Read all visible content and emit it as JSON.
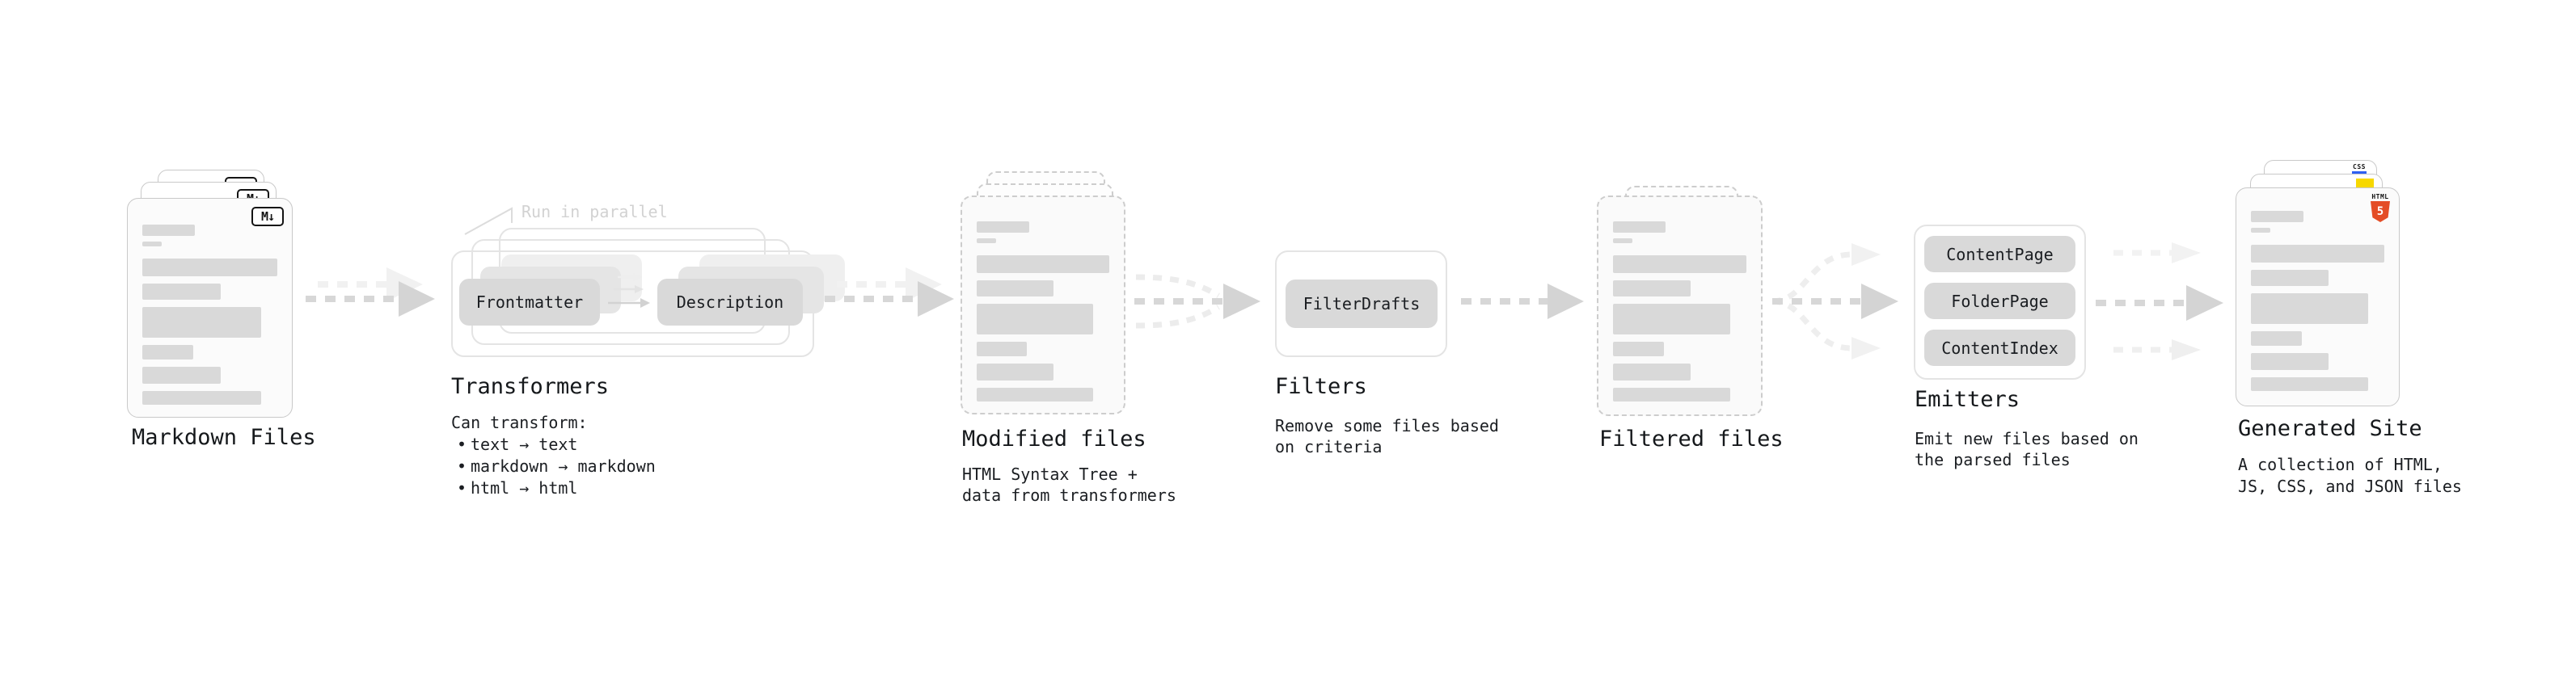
{
  "nodes": {
    "markdown_files": {
      "label": "Markdown Files",
      "icon_text": "M↓"
    },
    "transformers": {
      "label": "Transformers",
      "annotation": "Run in parallel",
      "pill_a": "Frontmatter",
      "pill_b": "Description",
      "desc_title": "Can transform:",
      "bullet_glyph": "•",
      "bullets": [
        "text → text",
        "markdown → markdown",
        "html → html"
      ]
    },
    "modified_files": {
      "label": "Modified files",
      "desc_lines": [
        "HTML Syntax Tree +",
        "data from transformers"
      ]
    },
    "filters": {
      "label": "Filters",
      "pill": "FilterDrafts",
      "desc_lines": [
        "Remove some files based",
        "on criteria"
      ]
    },
    "filtered_files": {
      "label": "Filtered files"
    },
    "emitters": {
      "label": "Emitters",
      "pills": [
        "ContentPage",
        "FolderPage",
        "ContentIndex"
      ],
      "desc_lines": [
        "Emit new files based on",
        "the parsed files"
      ]
    },
    "generated_site": {
      "label": "Generated Site",
      "desc_lines": [
        "A collection of HTML,",
        "JS, CSS, and JSON files"
      ],
      "css_icon_text": "CSS",
      "html_icon_text": "HTML",
      "html_icon_number": "5"
    }
  },
  "colors": {
    "arrow_gray": "#d4d4d4",
    "arrow_ghost": "#f1f1f1",
    "pill_fill": "#d9d9d9",
    "card_border": "#c9c9c9",
    "dashed_border": "#cdcdcd",
    "annotation_gray": "#d2d2d2",
    "html5_orange": "#e44d26",
    "js_yellow": "#f7d800",
    "css_blue": "#2e5ff2",
    "text_dark": "#15181b"
  }
}
